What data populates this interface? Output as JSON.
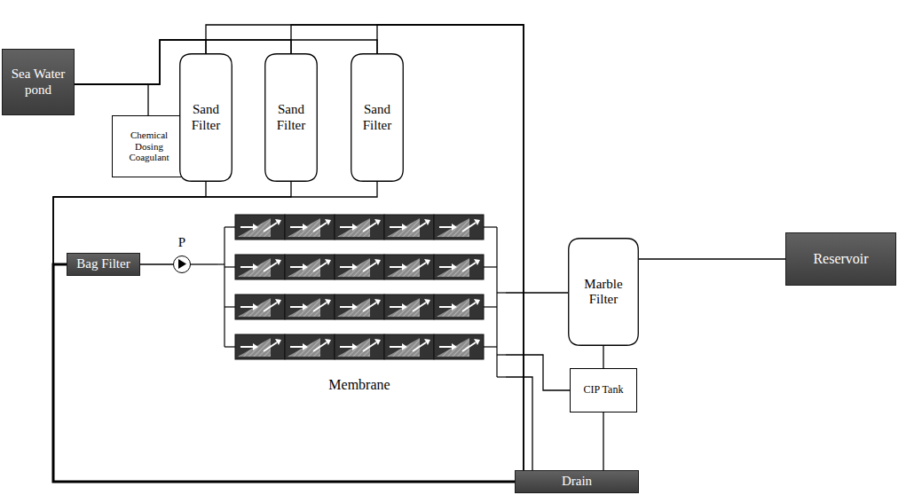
{
  "diagram": {
    "nodes": [
      {
        "text": [
          "Sea Water pond"
        ]
      },
      {
        "text": [
          "Chemical Dosing Coagulant"
        ]
      },
      {
        "text": [
          "Sand Filter"
        ]
      },
      {
        "text": [
          "Sand Filter"
        ]
      },
      {
        "text": [
          "Sand Filter"
        ]
      },
      {
        "text": [
          "Bag Filter"
        ]
      },
      {
        "text": [
          "P"
        ]
      },
      {
        "text": [
          "Membrane"
        ]
      },
      {
        "text": [
          "Marble Filter"
        ]
      },
      {
        "text": [
          "Reservoir"
        ]
      },
      {
        "text": [
          "CIP Tank"
        ]
      },
      {
        "text": [
          "Drain"
        ]
      }
    ],
    "edges": [
      {
        "from": 0,
        "to": 2,
        "arrow": "none"
      },
      {
        "from": 0,
        "to": 3,
        "arrow": "none"
      },
      {
        "from": 0,
        "to": 4,
        "arrow": "none"
      },
      {
        "from": 1,
        "to": 0,
        "arrow": "none"
      },
      {
        "from": 2,
        "to": 5,
        "arrow": "none"
      },
      {
        "from": 3,
        "to": 5,
        "arrow": "none"
      },
      {
        "from": 4,
        "to": 5,
        "arrow": "none"
      },
      {
        "from": 2,
        "to": 11,
        "arrow": "none"
      },
      {
        "from": 3,
        "to": 11,
        "arrow": "none"
      },
      {
        "from": 4,
        "to": 11,
        "arrow": "none"
      },
      {
        "from": 5,
        "to": 6,
        "arrow": "none"
      },
      {
        "from": 6,
        "to": 7,
        "arrow": "none"
      },
      {
        "from": 7,
        "to": 8,
        "arrow": "none"
      },
      {
        "from": 7,
        "to": 10,
        "arrow": "none"
      },
      {
        "from": 7,
        "to": 11,
        "arrow": "none"
      },
      {
        "from": 8,
        "to": 9,
        "arrow": "none"
      },
      {
        "from": 8,
        "to": 10,
        "arrow": "none"
      },
      {
        "from": 10,
        "to": 11,
        "arrow": "none"
      },
      {
        "from": 5,
        "to": 11,
        "arrow": "none"
      }
    ]
  }
}
